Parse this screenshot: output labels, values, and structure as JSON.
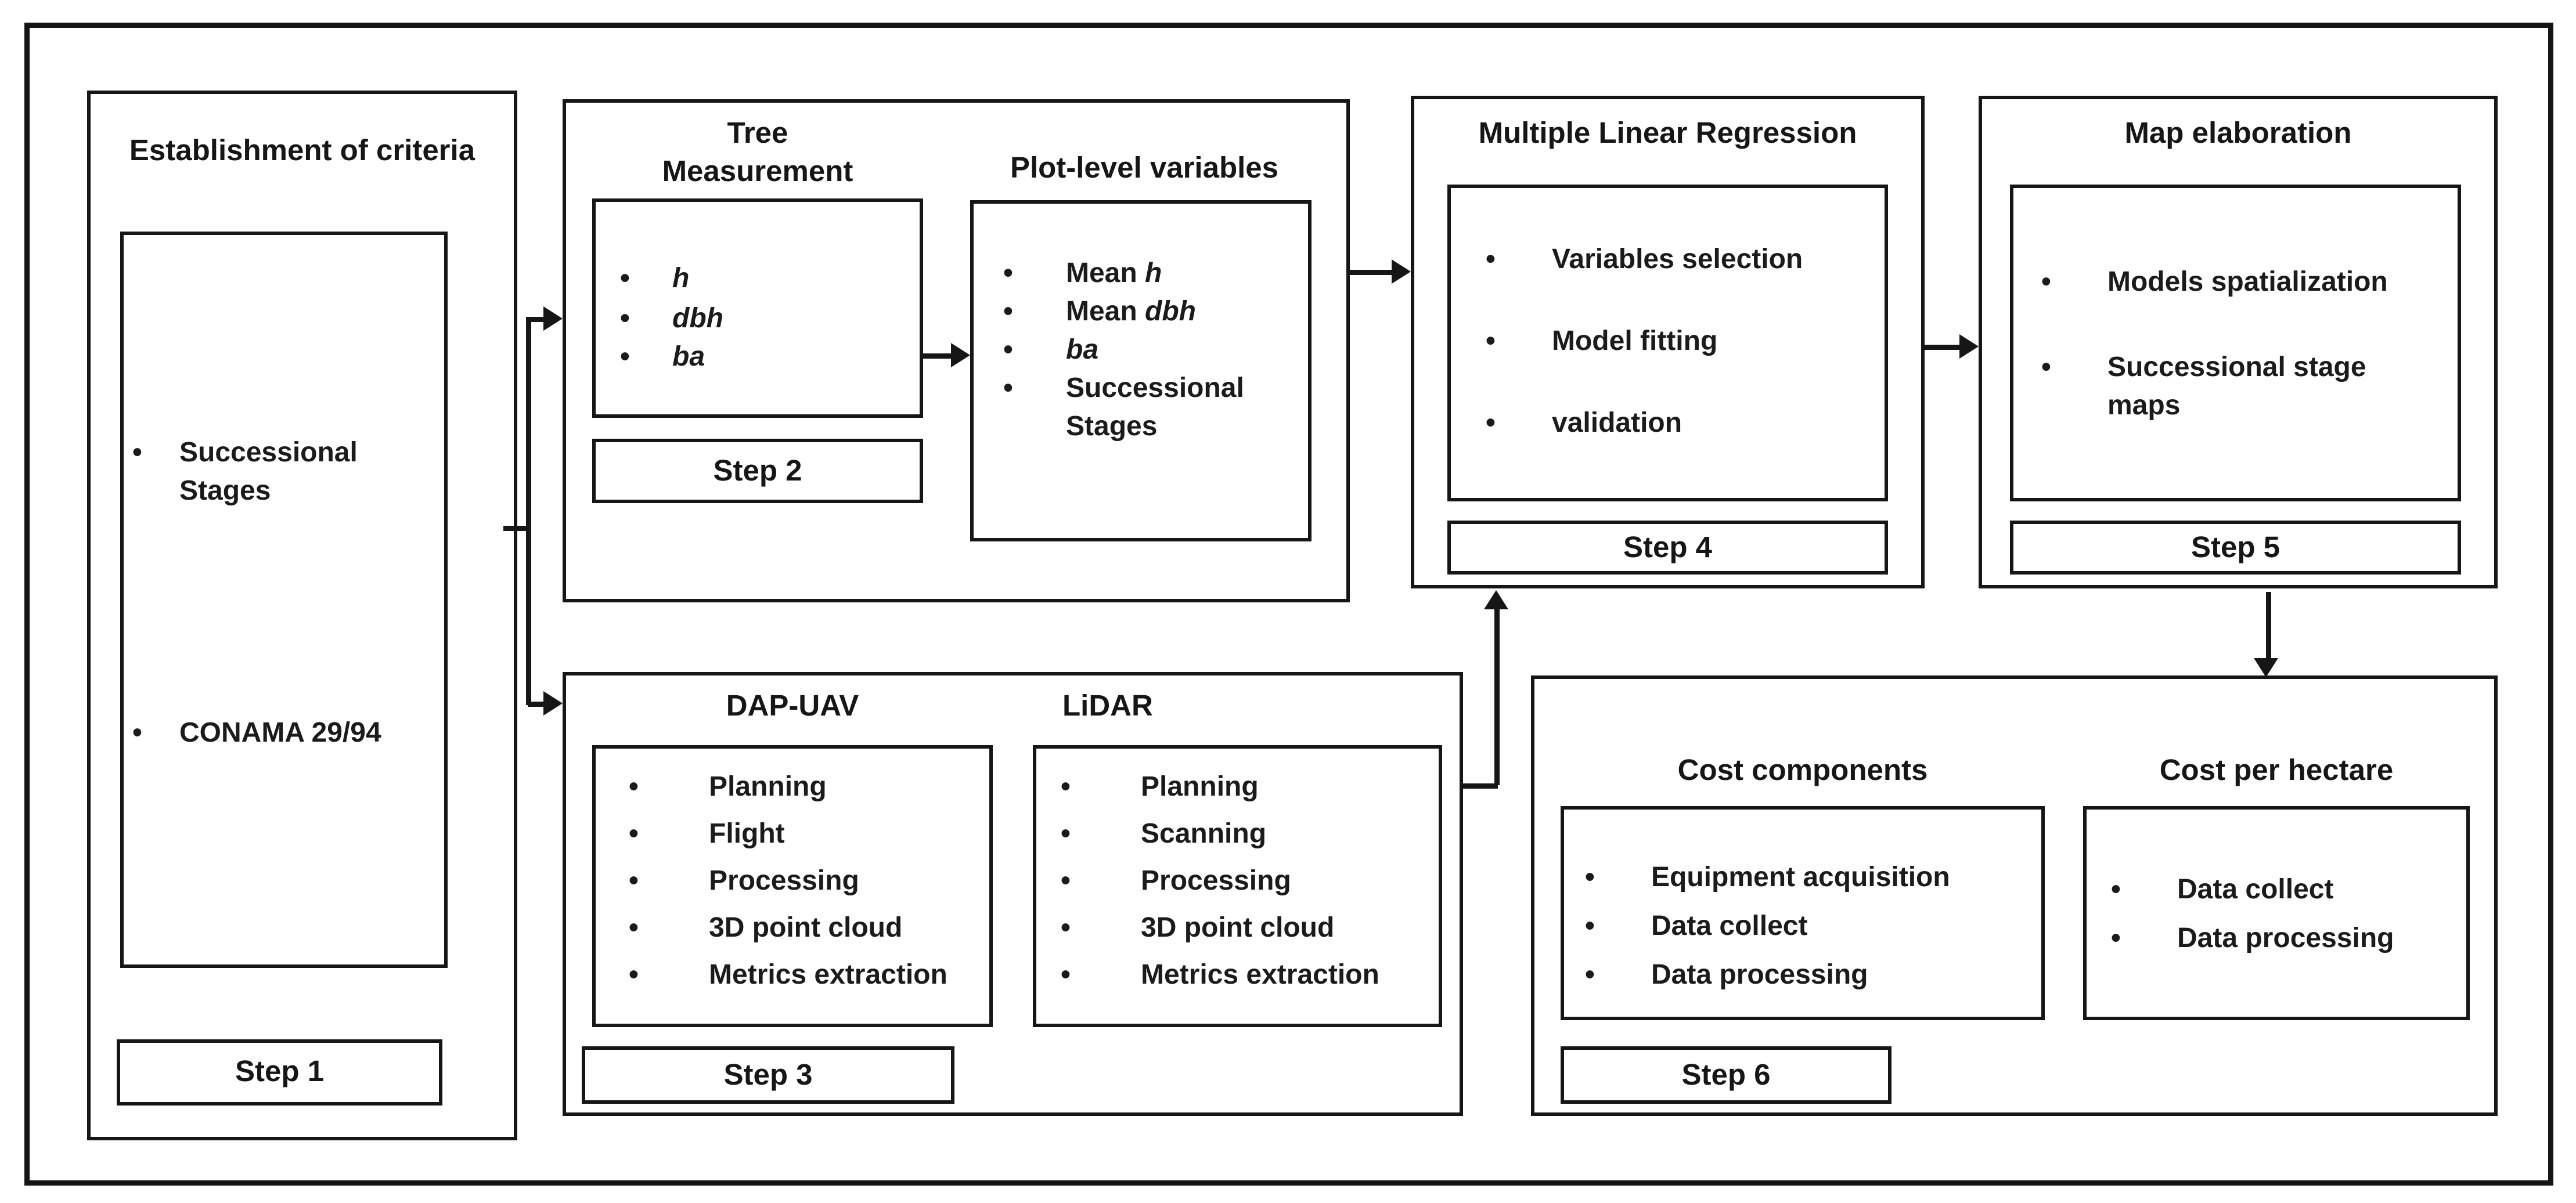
{
  "colors": {
    "line": "#161616",
    "text": "#1b1b1b",
    "background": "#ffffff"
  },
  "diagram": {
    "step1": {
      "title": "Establishment of criteria",
      "label": "Step 1",
      "items": [
        [
          "Successional Stages"
        ],
        [
          "CONAMA 29/94"
        ]
      ]
    },
    "step2": {
      "label": "Step 2",
      "tree_measurement": {
        "title": "Tree Measurement",
        "items": [
          [
            {
              "i": "h"
            }
          ],
          [
            {
              "i": "dbh"
            }
          ],
          [
            {
              "i": "ba"
            }
          ]
        ]
      },
      "plot_level": {
        "title": "Plot-level variables",
        "items": [
          [
            "Mean ",
            {
              "i": "h"
            }
          ],
          [
            "Mean ",
            {
              "i": "dbh"
            }
          ],
          [
            {
              "i": "ba"
            }
          ],
          [
            "Successional Stages"
          ]
        ]
      }
    },
    "step3": {
      "label": "Step 3",
      "dap_uav": {
        "title": "DAP-UAV",
        "items": [
          [
            "Planning"
          ],
          [
            "Flight"
          ],
          [
            "Processing"
          ],
          [
            "3D point cloud"
          ],
          [
            "Metrics extraction"
          ]
        ]
      },
      "lidar": {
        "title": "LiDAR",
        "items": [
          [
            "Planning"
          ],
          [
            "Scanning"
          ],
          [
            "Processing"
          ],
          [
            "3D point cloud"
          ],
          [
            "Metrics extraction"
          ]
        ]
      }
    },
    "step4": {
      "label": "Step 4",
      "title": "Multiple Linear Regression",
      "items": [
        [
          "Variables selection"
        ],
        [
          "Model fitting"
        ],
        [
          "validation"
        ]
      ]
    },
    "step5": {
      "label": "Step 5",
      "title": "Map elaboration",
      "items": [
        [
          "Models spatialization"
        ],
        [
          "Successional stage maps"
        ]
      ]
    },
    "step6": {
      "label": "Step 6",
      "cost_components": {
        "title": "Cost components",
        "items": [
          [
            "Equipment acquisition"
          ],
          [
            "Data collect"
          ],
          [
            "Data processing"
          ]
        ]
      },
      "cost_per_hectare": {
        "title": "Cost per hectare",
        "items": [
          [
            "Data collect"
          ],
          [
            "Data processing"
          ]
        ]
      }
    }
  }
}
